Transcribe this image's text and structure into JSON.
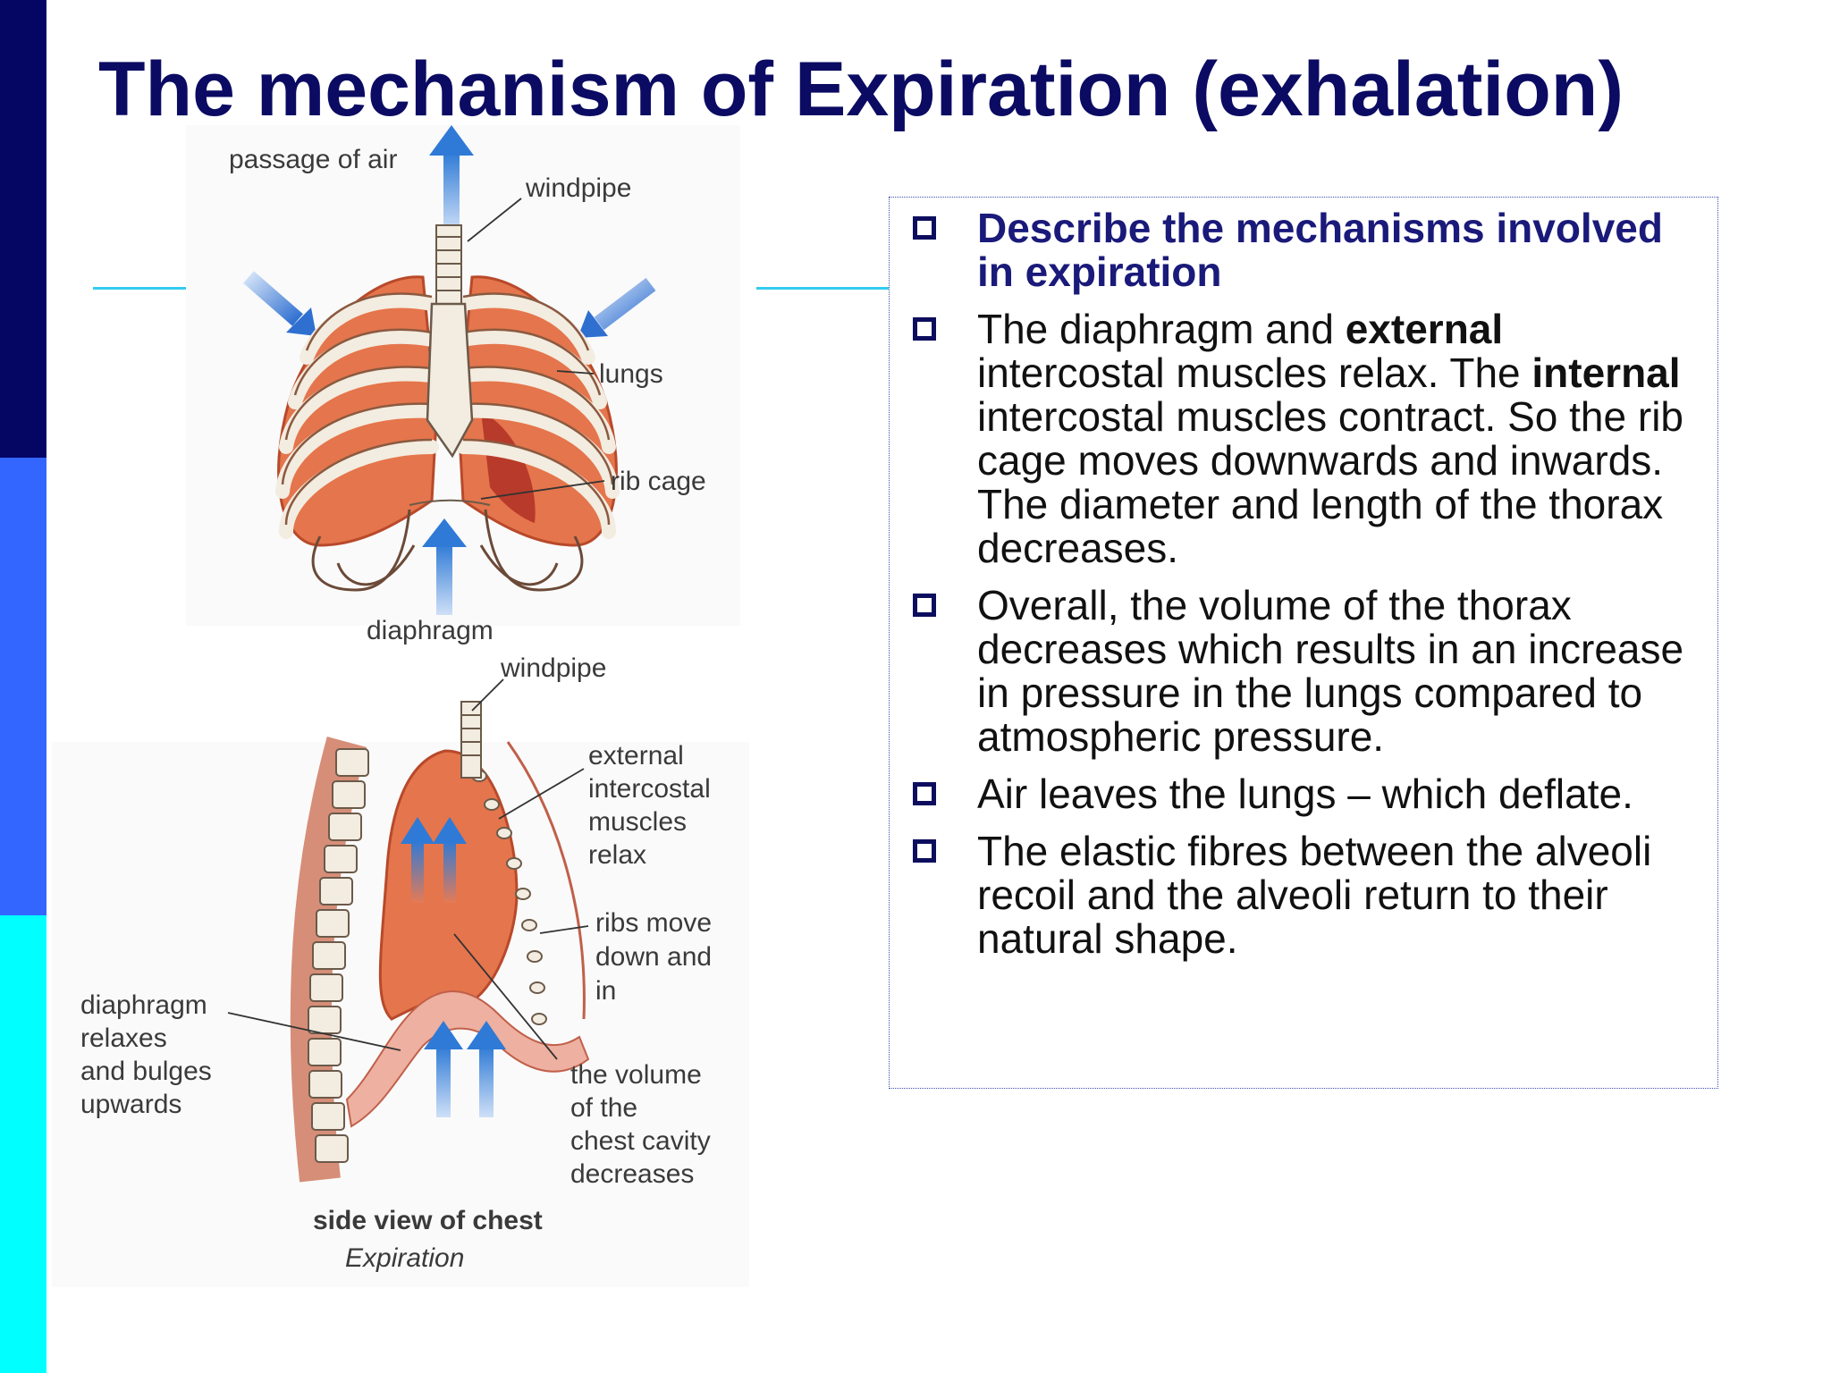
{
  "slide": {
    "title": "The mechanism of Expiration (exhalation)",
    "colors": {
      "title": "#0b0b63",
      "sidebar_top": "#050564",
      "sidebar_mid": "#3366ff",
      "sidebar_bottom": "#00ffff",
      "rule": "#33ccee",
      "question": "#1a1a7a"
    }
  },
  "figure": {
    "front_view_labels": {
      "air": "passage of air",
      "windpipe": "windpipe",
      "lungs": "lungs",
      "rib_cage": "rib cage",
      "diaphragm": "diaphragm"
    },
    "side_view_labels": {
      "windpipe": "windpipe",
      "external": "external",
      "intercostal": "intercostal",
      "muscles": "muscles",
      "relax": "relax",
      "ribs_move": "ribs move",
      "down_and": "down and",
      "in": "in",
      "diaphragm": "diaphragm",
      "relaxes": "relaxes",
      "and_bulges": "and bulges",
      "upwards": "upwards",
      "the_volume": "the volume",
      "of_the": "of the",
      "chest_cavity": "chest cavity",
      "decreases": "decreases"
    },
    "caption": "side view of chest",
    "subcaption": "Expiration"
  },
  "bullets": {
    "question": "Describe the mechanisms involved in expiration",
    "b1": {
      "p1": "The diaphragm and ",
      "bold1": "external",
      "p2": " intercostal muscles relax. The ",
      "bold2": "internal",
      "p3": " intercostal muscles contract. So the rib cage moves downwards and inwards. The diameter and length of the thorax decreases."
    },
    "b2": "Overall, the volume of the thorax decreases which results in an increase in pressure in the lungs compared to atmospheric pressure.",
    "b3": "Air leaves the lungs – which deflate.",
    "b4": "The elastic fibres between the alveoli recoil and the alveoli return to their natural shape."
  }
}
